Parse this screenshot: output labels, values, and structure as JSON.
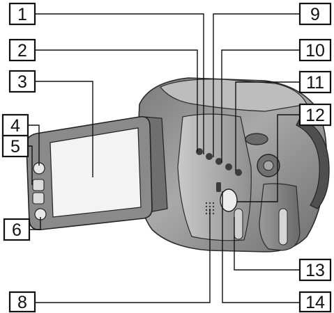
{
  "labels": [
    "1",
    "2",
    "3",
    "4",
    "5",
    "6",
    "8",
    "9",
    "10",
    "11",
    "12",
    "13",
    "14"
  ],
  "colors": {
    "line": "#111111",
    "body_dark": "#5e5e5e",
    "body_mid": "#8a8a8a",
    "body_light": "#b8b8b8",
    "screen": "#f2f2f2",
    "background": "#ffffff"
  }
}
